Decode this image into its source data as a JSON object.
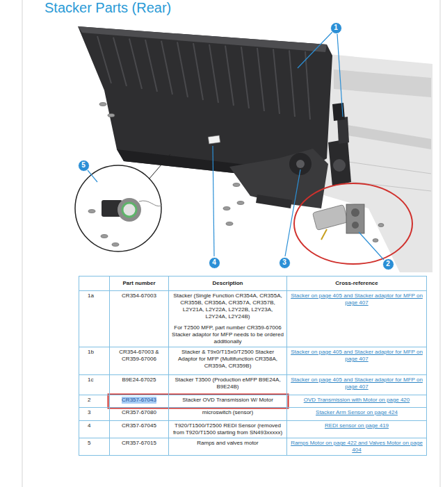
{
  "diagram": {
    "title": "Stacker Parts (Rear)",
    "nodes": [
      {
        "text": [
          "1"
        ]
      },
      {
        "text": [
          "5"
        ]
      },
      {
        "text": [
          "4"
        ]
      },
      {
        "text": [
          "3"
        ]
      },
      {
        "text": [
          "2"
        ]
      }
    ],
    "labels": [
      "Part number",
      "Description",
      "Cross-reference",
      "1a",
      "CR354-67003",
      "Stacker (Single Function CR354A, CR355A, CR355B, CR356A, CR357A, CR357B, L2Y21A, L2Y22A, L2Y22B, L2Y23A, L2Y24A, L2Y24B)",
      "For T2500 MFP, part number CR359-67006 Stacker adaptor for MFP needs to be ordered additionally",
      "Stacker on page 405 and Stacker adaptor for MFP on page 407",
      "1b",
      "CR354-67003 & CR359-67006",
      "Stacker & T9x0/T15x0/T2500 Stacker Adaptor for MFP (Multifunction CR358A, CR359A, CR359B)",
      "Stacker on page 405 and Stacker adaptor for MFP on page 407",
      "1c",
      "B9E24-67025",
      "Stacker T3500 (Production eMFP B9E24A, B9E24B)",
      "Stacker on page 405 and Stacker adaptor for MFP on page 407",
      "2",
      "CR357-67043",
      "Stacker OVD Transmission W/ Motor",
      "OVD Transmission with Motor on page 420",
      "3",
      "CR357-67080",
      "microswitch (sensor)",
      "Stacker Arm Sensor on page 424",
      "4",
      "CR357-67045",
      "T920/T1500/T2500 REDI Sensor (removed from T920/T1500 starting from SN493xxxxx)",
      "REDI sensor on page 419",
      "5",
      "CR357-67015",
      "Ramps and valves motor",
      "Ramps Motor on page 422 and Valves Motor on page 404"
    ]
  }
}
